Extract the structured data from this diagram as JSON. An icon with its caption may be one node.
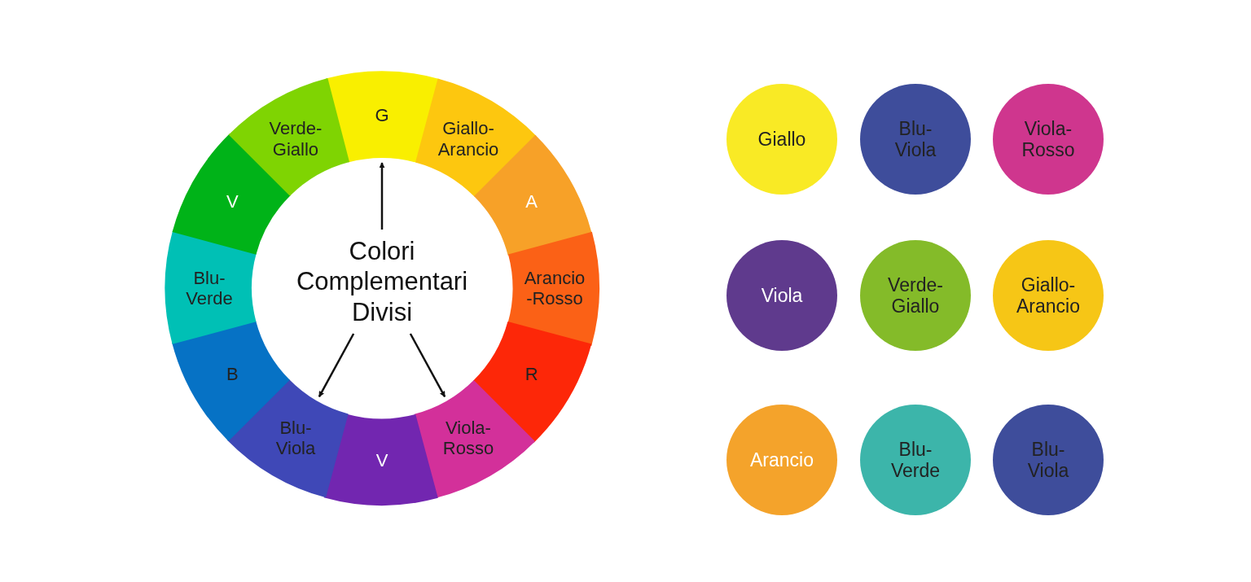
{
  "diagram": {
    "nodes": [
      {
        "text": [
          "Colori Complementari Divisi"
        ]
      },
      {
        "text": [
          "G"
        ]
      },
      {
        "text": [
          "Giallo- Arancio"
        ]
      },
      {
        "text": [
          "A"
        ]
      },
      {
        "text": [
          "Arancio -Rosso"
        ]
      },
      {
        "text": [
          "R"
        ]
      },
      {
        "text": [
          "Viola- Rosso"
        ]
      },
      {
        "text": [
          "V"
        ]
      },
      {
        "text": [
          "Blu- Viola"
        ]
      },
      {
        "text": [
          "B"
        ]
      },
      {
        "text": [
          "Blu- Verde"
        ]
      },
      {
        "text": [
          "V"
        ]
      },
      {
        "text": [
          "Verde- Giallo"
        ]
      },
      {
        "text": [
          "Giallo"
        ]
      },
      {
        "text": [
          "Blu- Viola"
        ]
      },
      {
        "text": [
          "Viola- Rosso"
        ]
      },
      {
        "text": [
          "Viola"
        ]
      },
      {
        "text": [
          "Verde- Giallo"
        ]
      },
      {
        "text": [
          "Giallo- Arancio"
        ]
      },
      {
        "text": [
          "Arancio"
        ]
      },
      {
        "text": [
          "Blu- Verde"
        ]
      },
      {
        "text": [
          "Blu- Viola"
        ]
      }
    ],
    "edges": [
      {
        "from": 0,
        "to": 1,
        "arrow": "to"
      },
      {
        "from": 0,
        "to": 8,
        "arrow": "to"
      },
      {
        "from": 0,
        "to": 6,
        "arrow": "to"
      }
    ]
  }
}
